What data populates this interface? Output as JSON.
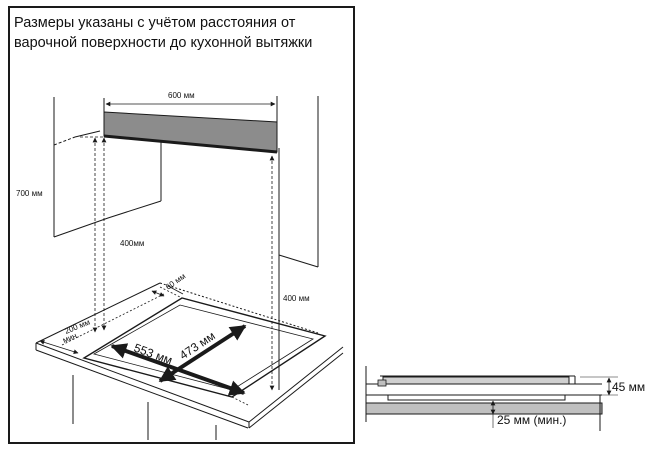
{
  "caption": {
    "line1": "Размеры указаны с учётом расстояния от",
    "line2": "варочной поверхности до кухонной вытяжки"
  },
  "labels": {
    "hood_width": "600 мм",
    "cabinet_height": "700 мм",
    "left_clearance": "400мм",
    "right_clearance": "400 мм",
    "back_gap": "60 мм",
    "side_gap_line1": "200 мм",
    "side_gap_line2": "мин.",
    "cutout_width": "553 мм",
    "cutout_depth": "473 мм",
    "hob_height": "45 мм",
    "under_gap": "25 мм (мин.)"
  },
  "colors": {
    "line": "#1a1a1a",
    "hood_fill": "#8c8c8c",
    "side_fill": "#d0d0d0"
  }
}
